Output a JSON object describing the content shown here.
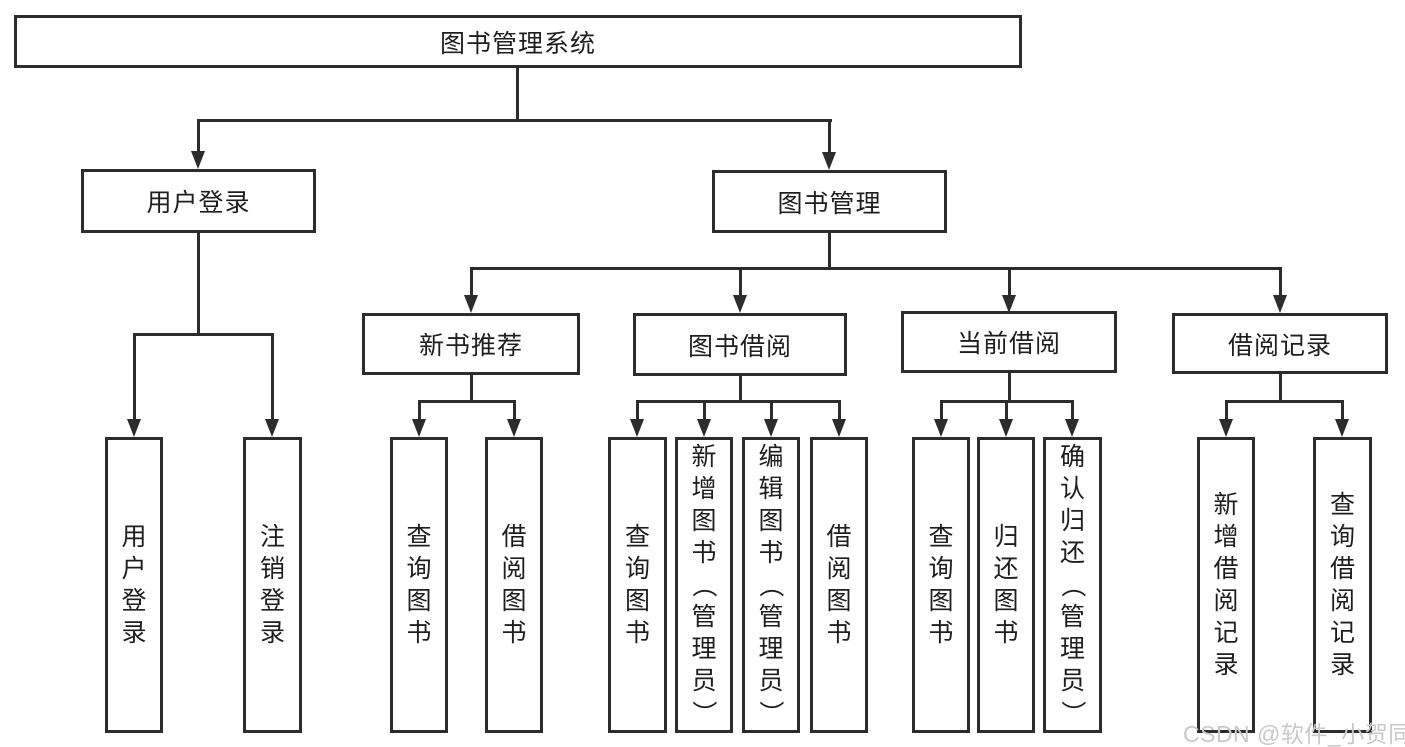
{
  "diagram": {
    "title": "图书管理系统",
    "type": "functional-structure-tree",
    "colors": {
      "line": "#2c2c2c",
      "box_border": "#2c2c2c",
      "box_background": "#ffffff",
      "text": "#1e1e1e",
      "page_background": "#ffffff",
      "watermark": "#c9c9c9"
    },
    "watermark": "CSDN @软件_小贺同学",
    "tree": {
      "label": "图书管理系统",
      "children": [
        {
          "label": "用户登录",
          "children": [
            {
              "label": "用户登录"
            },
            {
              "label": "注销登录"
            }
          ]
        },
        {
          "label": "图书管理",
          "children": [
            {
              "label": "新书推荐",
              "children": [
                {
                  "label": "查询图书"
                },
                {
                  "label": "借阅图书"
                }
              ]
            },
            {
              "label": "图书借阅",
              "children": [
                {
                  "label": "查询图书"
                },
                {
                  "label": "新增图书（管理员）"
                },
                {
                  "label": "编辑图书（管理员）"
                },
                {
                  "label": "借阅图书"
                }
              ]
            },
            {
              "label": "当前借阅",
              "children": [
                {
                  "label": "查询图书"
                },
                {
                  "label": "归还图书"
                },
                {
                  "label": "确认归还（管理员）"
                }
              ]
            },
            {
              "label": "借阅记录",
              "children": [
                {
                  "label": "新增借阅记录"
                },
                {
                  "label": "查询借阅记录"
                }
              ]
            }
          ]
        }
      ]
    }
  }
}
